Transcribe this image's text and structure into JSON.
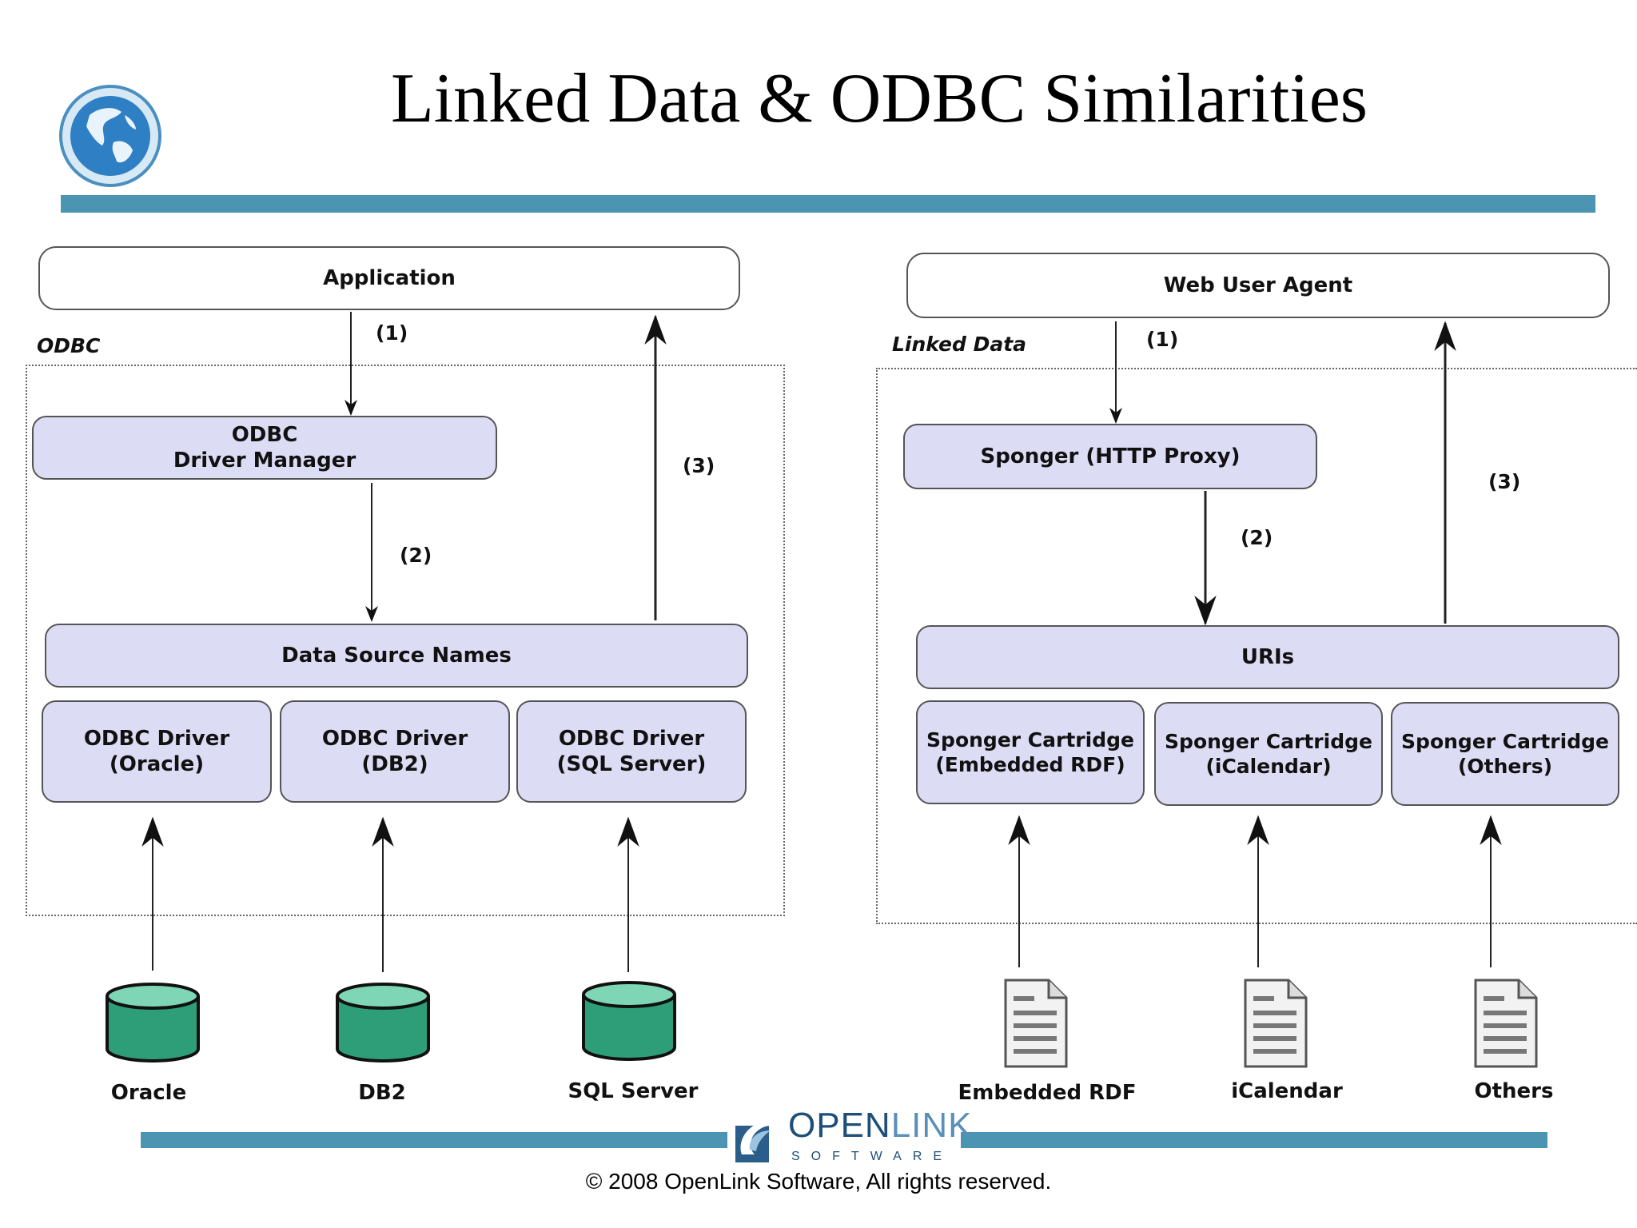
{
  "slide": {
    "title": "Linked Data & ODBC Similarities",
    "copyright": "© 2008 OpenLink Software, All rights reserved.",
    "logo": {
      "word_main": "OPEN",
      "word_light": "LINK",
      "sub": "SOFTWARE"
    },
    "colors": {
      "bar": "#4b95b3",
      "box_fill": "#dcdcf5",
      "db_fill": "#2e9e78"
    }
  },
  "odbc": {
    "region_label": "ODBC",
    "application": "Application",
    "driver_manager": "ODBC\nDriver Manager",
    "dsn": "Data Source Names",
    "drivers": [
      "ODBC Driver\n(Oracle)",
      "ODBC Driver\n(DB2)",
      "ODBC Driver\n(SQL Server)"
    ],
    "sources": [
      "Oracle",
      "DB2",
      "SQL Server"
    ],
    "source_icon": "database-icon",
    "steps": [
      "(1)",
      "(2)",
      "(3)"
    ]
  },
  "linked": {
    "region_label": "Linked Data",
    "agent": "Web User Agent",
    "proxy": "Sponger (HTTP Proxy)",
    "uris": "URIs",
    "cartridges": [
      "Sponger Cartridge\n(Embedded RDF)",
      "Sponger Cartridge\n(iCalendar)",
      "Sponger Cartridge\n(Others)"
    ],
    "sources": [
      "Embedded RDF",
      "iCalendar",
      "Others"
    ],
    "source_icon": "document-icon",
    "steps": [
      "(1)",
      "(2)",
      "(3)"
    ]
  }
}
